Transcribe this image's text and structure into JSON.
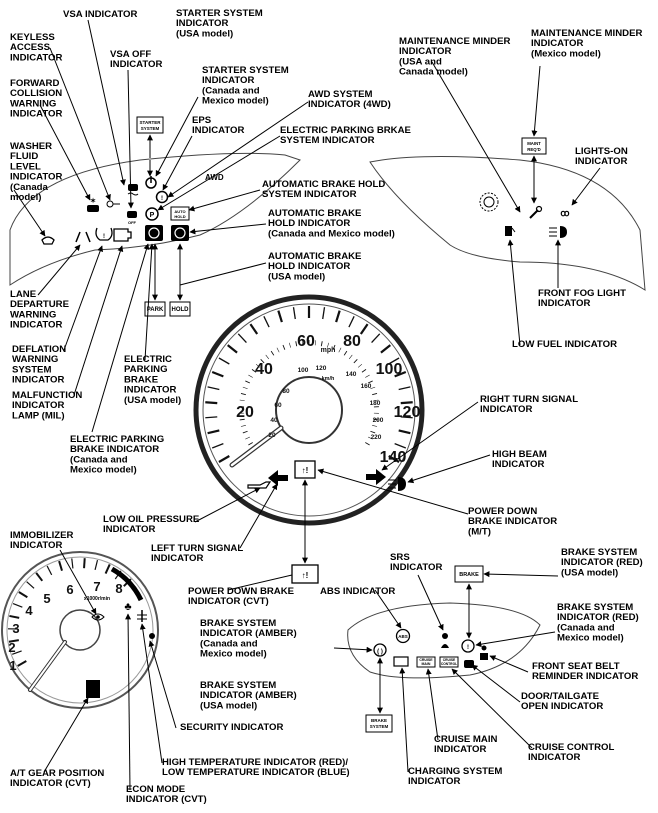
{
  "labels": {
    "vsa": [
      "VSA INDICATOR"
    ],
    "starter_usa": [
      "STARTER SYSTEM",
      "INDICATOR",
      "(USA model)"
    ],
    "keyless": [
      "KEYLESS",
      "ACCESS",
      "INDICATOR"
    ],
    "vsa_off": [
      "VSA OFF",
      "INDICATOR"
    ],
    "starter_can": [
      "STARTER SYSTEM",
      "INDICATOR",
      "(Canada and",
      "Mexico model)"
    ],
    "fcw": [
      "FORWARD",
      "COLLISION",
      "WARNING",
      "INDICATOR"
    ],
    "awd": [
      "AWD SYSTEM",
      "INDICATOR (4WD)"
    ],
    "eps": [
      "EPS",
      "INDICATOR"
    ],
    "epb_system": [
      "ELECTRIC PARKING BRKAE",
      "SYSTEM INDICATOR"
    ],
    "washer": [
      "WASHER",
      "FLUID",
      "LEVEL",
      "INDICATOR",
      "(Canada",
      "model)"
    ],
    "auto_hold_sys": [
      "AUTOMATIC BRAKE HOLD",
      "SYSTEM INDICATOR"
    ],
    "auto_hold_can": [
      "AUTOMATIC BRAKE",
      "HOLD INDICATOR",
      "(Canada and Mexico model)"
    ],
    "auto_hold_usa": [
      "AUTOMATIC BRAKE",
      "HOLD INDICATOR",
      "(USA model)"
    ],
    "ldw": [
      "LANE",
      "DEPARTURE",
      "WARNING",
      "INDICATOR"
    ],
    "deflation": [
      "DEFLATION",
      "WARNING",
      "SYSTEM",
      "INDICATOR"
    ],
    "mil": [
      "MALFUNCTION",
      "INDICATOR",
      "LAMP (MIL)"
    ],
    "epb_usa": [
      "ELECTRIC",
      "PARKING",
      "BRAKE",
      "INDICATOR",
      "(USA model)"
    ],
    "epb_can": [
      "ELECTRIC PARKING",
      "BRAKE INDICATOR",
      "(Canada and",
      "Mexico model)"
    ],
    "maint_usa": [
      "MAINTENANCE MINDER",
      "INDICATOR",
      "(USA and",
      "Canada model)"
    ],
    "maint_mex": [
      "MAINTENANCE MINDER",
      "INDICATOR",
      "(Mexico model)"
    ],
    "lights_on": [
      "LIGHTS-ON",
      "INDICATOR"
    ],
    "front_fog": [
      "FRONT FOG LIGHT",
      "INDICATOR"
    ],
    "low_fuel": [
      "LOW FUEL INDICATOR"
    ],
    "right_turn": [
      "RIGHT TURN SIGNAL",
      "INDICATOR"
    ],
    "high_beam": [
      "HIGH BEAM",
      "INDICATOR"
    ],
    "power_down_mt": [
      "POWER DOWN",
      "BRAKE INDICATOR",
      "(M/T)"
    ],
    "low_oil": [
      "LOW OIL PRESSURE",
      "INDICATOR"
    ],
    "left_turn": [
      "LEFT TURN SIGNAL",
      "INDICATOR"
    ],
    "immobilizer": [
      "IMMOBILIZER",
      "INDICATOR"
    ],
    "power_down_cvt": [
      "POWER DOWN BRAKE",
      "INDICATOR (CVT)"
    ],
    "abs": [
      "ABS INDICATOR"
    ],
    "srs": [
      "SRS",
      "INDICATOR"
    ],
    "brake_red_usa": [
      "BRAKE SYSTEM",
      "INDICATOR (RED)",
      "(USA model)"
    ],
    "brake_red_can": [
      "BRAKE SYSTEM",
      "INDICATOR (RED)",
      "(Canada and",
      "Mexico model)"
    ],
    "brake_amber_can": [
      "BRAKE SYSTEM",
      "INDICATOR (AMBER)",
      "(Canada and",
      "Mexico model)"
    ],
    "seat_belt": [
      "FRONT SEAT BELT",
      "REMINDER INDICATOR"
    ],
    "door": [
      "DOOR/TAILGATE",
      "OPEN INDICATOR"
    ],
    "brake_amber_usa": [
      "BRAKE SYSTEM",
      "INDICATOR (AMBER)",
      "(USA model)"
    ],
    "security": [
      "SECURITY INDICATOR"
    ],
    "cruise_main": [
      "CRUISE MAIN",
      "INDICATOR"
    ],
    "cruise_control": [
      "CRUISE CONTROL",
      "INDICATOR"
    ],
    "temp": [
      "HIGH TEMPERATURE INDICATOR (RED)/",
      "LOW TEMPERATURE INDICATOR (BLUE)"
    ],
    "gear_pos": [
      "A/T GEAR POSITION",
      "INDICATOR (CVT)"
    ],
    "econ": [
      "ECON MODE",
      "INDICATOR (CVT)"
    ],
    "charging": [
      "CHARGING SYSTEM",
      "INDICATOR"
    ]
  },
  "icon_text": {
    "starter_system": [
      "STARTER",
      "SYSTEM"
    ],
    "auto_hold": [
      "AUTO",
      "HOLD"
    ],
    "park": "PARK",
    "hold": "HOLD",
    "awd": "AWD",
    "maint": [
      "MAINT",
      "REQ'D"
    ],
    "brake": "BRAKE",
    "brake_system": [
      "BRAKE",
      "SYSTEM"
    ],
    "cruise_main": [
      "CRUISE",
      "MAIN"
    ],
    "cruise_control": [
      "CRUISE",
      "CONTROL"
    ],
    "abs": "ABS",
    "tach_unit": "x1000r/min"
  },
  "speedometer": {
    "unit_mph": "mph",
    "unit_kmh": "km/h",
    "mph_labels": [
      "20",
      "40",
      "60",
      "80",
      "100",
      "120",
      "140"
    ],
    "kmh_labels": [
      "20",
      "40",
      "60",
      "80",
      "100",
      "120",
      "140",
      "160",
      "180",
      "200",
      "220"
    ]
  },
  "tachometer": {
    "labels": [
      "1",
      "2",
      "3",
      "4",
      "5",
      "6",
      "7",
      "8"
    ]
  }
}
